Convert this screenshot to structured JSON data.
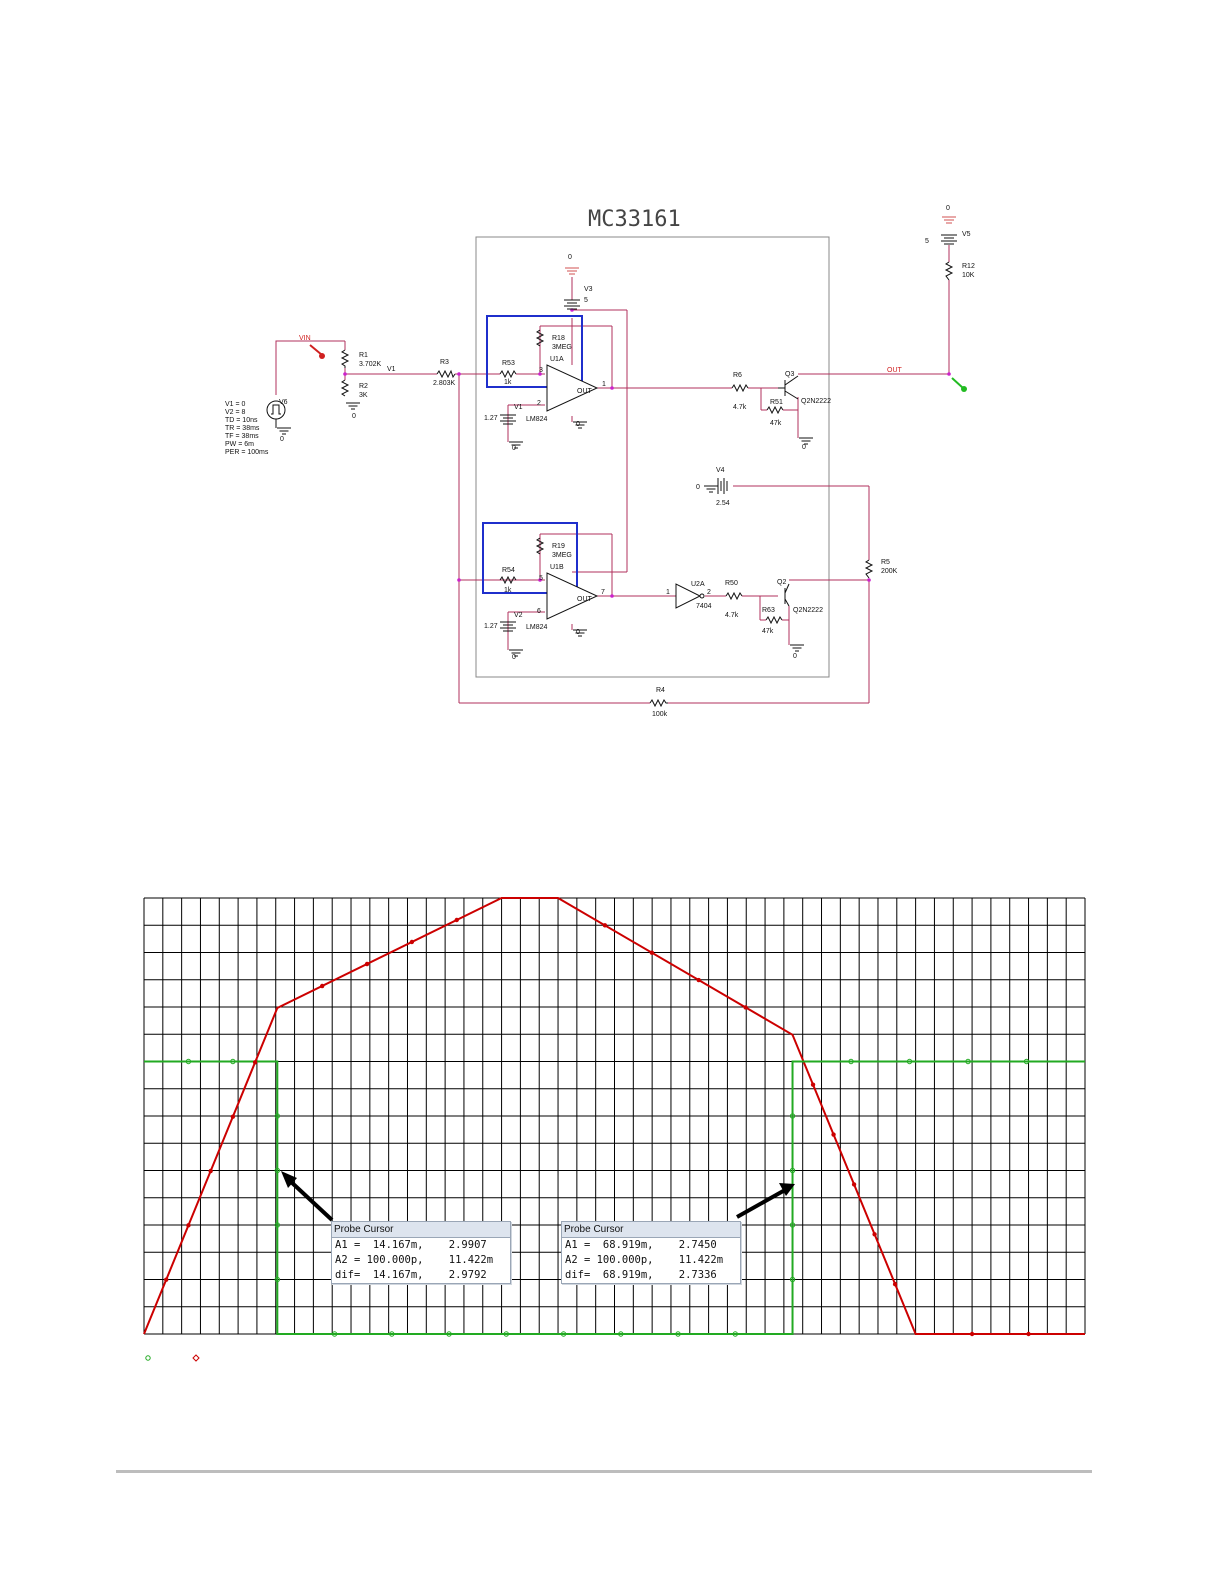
{
  "schematic": {
    "title": "MC33161",
    "sources": {
      "v6": {
        "name": "V6",
        "params": [
          "V1 = 0",
          "V2 = 8",
          "TD = 10ns",
          "TR = 38ms",
          "TF = 38ms",
          "PW = 6m",
          "PER = 100ms"
        ]
      },
      "v5": {
        "name": "V5",
        "value": "5"
      },
      "v3": {
        "name": "V3",
        "value": "5"
      },
      "v4": {
        "name": "V4",
        "value": "2.54"
      },
      "v1": {
        "name": "V1",
        "value": "1.27"
      },
      "v2": {
        "name": "V2",
        "value": "1.27"
      }
    },
    "resistors": {
      "r1": {
        "name": "R1",
        "value": "3.702K"
      },
      "r2": {
        "name": "R2",
        "value": "3K"
      },
      "r3": {
        "name": "R3",
        "value": "2.803K"
      },
      "r4": {
        "name": "R4",
        "value": "100k"
      },
      "r5": {
        "name": "R5",
        "value": "200K"
      },
      "r6": {
        "name": "R6",
        "value": "4.7k"
      },
      "r12": {
        "name": "R12",
        "value": "10K"
      },
      "r18": {
        "name": "R18",
        "value": "3MEG"
      },
      "r19": {
        "name": "R19",
        "value": "3MEG"
      },
      "r50": {
        "name": "R50",
        "value": "4.7k"
      },
      "r51": {
        "name": "R51",
        "value": "47k"
      },
      "r53": {
        "name": "R53",
        "value": "1k"
      },
      "r54": {
        "name": "R54",
        "value": "1k"
      },
      "r63": {
        "name": "R63",
        "value": "47k"
      }
    },
    "parts": {
      "u1a": "U1A",
      "u1b": "U1B",
      "opamp_model": "LM824",
      "u2a": "U2A",
      "inverter_model": "7404",
      "q3": "Q3",
      "q2": "Q2",
      "transistor_model": "Q2N2222"
    },
    "nets": {
      "vin": "VIN",
      "v1": "V1",
      "out": "OUT",
      "ground": "0",
      "out_pin": "OUT"
    },
    "pins": {
      "p1": "1",
      "p2": "2",
      "p3": "3",
      "p4": "4",
      "p5": "5",
      "p6": "6",
      "p7": "7",
      "p11": "11"
    }
  },
  "plot": {
    "probe_cursors": [
      {
        "title": "Probe Cursor",
        "rows": [
          "A1 =  14.167m,    2.9907",
          "A2 = 100.000p,    11.422m",
          "dif=  14.167m,    2.9792"
        ]
      },
      {
        "title": "Probe Cursor",
        "rows": [
          "A1 =  68.919m,    2.7450",
          "A2 = 100.000p,    11.422m",
          "dif=  68.919m,    2.7336"
        ]
      }
    ],
    "colors": {
      "grid": "#000000",
      "triangle": "#cc0000",
      "comparator": "#22aa22",
      "arrow": "#000000"
    }
  },
  "chart_data": {
    "type": "line",
    "title": "",
    "xlabel": "",
    "ylabel": "",
    "grid": true,
    "legend": "bottom-left",
    "xlim": [
      0,
      100
    ],
    "ylim": [
      0,
      4
    ],
    "series": [
      {
        "color": "#cc0000",
        "marker": "diamond",
        "x": [
          0,
          14.167,
          38,
          44,
          68.919,
          82,
          100
        ],
        "y": [
          0,
          2.9907,
          4,
          4,
          2.745,
          0,
          0
        ]
      },
      {
        "color": "#22aa22",
        "marker": "circle",
        "x": [
          0,
          14.167,
          14.167,
          68.919,
          68.919,
          100
        ],
        "y": [
          2.5,
          2.5,
          0,
          0,
          2.5,
          2.5
        ]
      }
    ]
  }
}
